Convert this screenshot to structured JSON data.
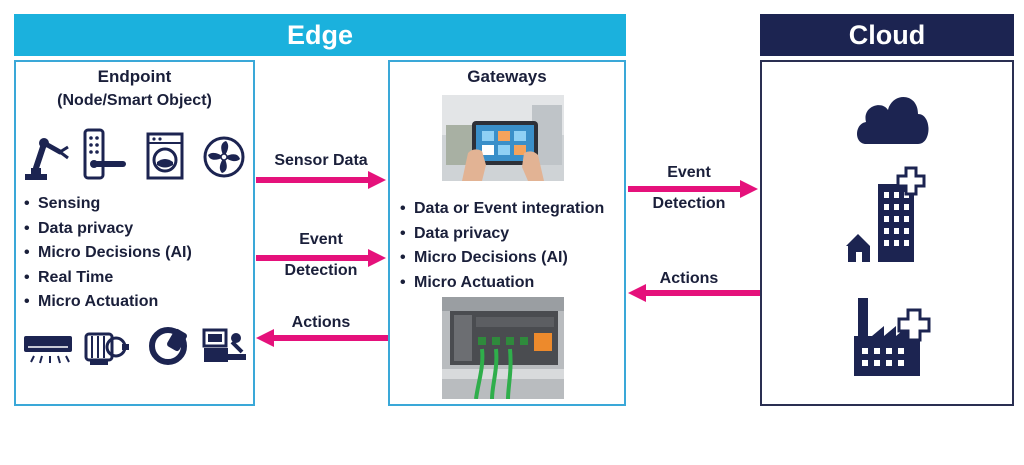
{
  "edge": {
    "title": "Edge"
  },
  "cloud": {
    "title": "Cloud"
  },
  "endpoint": {
    "title": "Endpoint",
    "subtitle": "(Node/Smart Object)",
    "items": [
      "Sensing",
      "Data privacy",
      "Micro Decisions (AI)",
      "Real Time",
      "Micro Actuation"
    ]
  },
  "gateways": {
    "title": "Gateways",
    "items": [
      "Data or Event integration",
      "Data privacy",
      "Micro Decisions (AI)",
      "Micro Actuation"
    ]
  },
  "arrows": {
    "sensor_data": "Sensor Data",
    "event_line1": "Event",
    "event_line2": "Detection",
    "actions": "Actions",
    "cloud_event_line1": "Event",
    "cloud_event_line2": "Detection",
    "cloud_actions": "Actions"
  },
  "colors": {
    "edge": "#1bb1dd",
    "cloud": "#1c2451",
    "arrow": "#e5117b",
    "text": "#1a1f3a"
  },
  "icons": [
    "robot-arm-icon",
    "smart-lock-icon",
    "washing-machine-icon",
    "fan-icon",
    "air-conditioner-icon",
    "motor-icon",
    "wristband-icon",
    "medical-device-icon",
    "cloud-icon",
    "city-hospital-icon",
    "factory-icon"
  ]
}
